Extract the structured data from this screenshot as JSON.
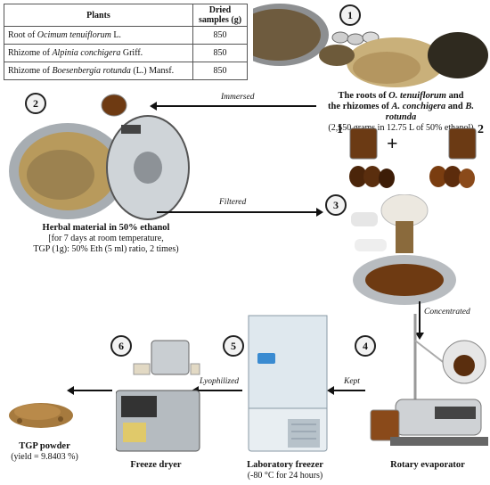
{
  "table": {
    "header_plants": "Plants",
    "header_dried": "Dried samples (g)",
    "rows": [
      {
        "prefix": "Root of ",
        "latin": "Ocimum tenuiflorum",
        "suffix": " L.",
        "value": "850"
      },
      {
        "prefix": "Rhizome of ",
        "latin": "Alpinia conchigera",
        "suffix": " Griff.",
        "value": "850"
      },
      {
        "prefix": "Rhizome of ",
        "latin": "Boesenbergia rotunda",
        "suffix": " (L.) Mansf.",
        "value": "850"
      }
    ]
  },
  "steps": [
    "1",
    "2",
    "3",
    "4",
    "5",
    "6"
  ],
  "jar_labels": [
    "1",
    "2"
  ],
  "plus": "+",
  "arrows": {
    "immersed": "Immersed",
    "filtered": "Filtered",
    "concentrated": "Concentrated",
    "kept": "Kept",
    "lyophilized": "Lyophilized"
  },
  "step1": {
    "line1": "The roots of ",
    "line1_it": "O. tenuiflorum",
    "line1_end": " and",
    "line2": "the rhizomes of ",
    "line2_it1": "A. conchigera",
    "line2_mid": " and ",
    "line2_it2": "B. rotunda",
    "line3": "(2,550 grams in 12.75 L of 50% ethanol)"
  },
  "step2": {
    "title": "Herbal material in 50% ethanol",
    "line1": "[for 7 days at room temperature,",
    "line2": "TGP (1g): 50% Eth (5 ml) ratio, 2 times)"
  },
  "step4": {
    "title": "Rotary evaporator"
  },
  "step5": {
    "title": "Laboratory freezer",
    "line1": "(-80 °C for 24 hours)"
  },
  "step6": {
    "title": "Freeze dryer"
  },
  "powder": {
    "title": "TGP powder",
    "line1": "(yield = 9.8403 %)"
  },
  "colors": {
    "extract": "#7a3d10",
    "herb": "#b89a5c",
    "steel": "#9aa0a6",
    "freezer": "#e8eef2"
  }
}
